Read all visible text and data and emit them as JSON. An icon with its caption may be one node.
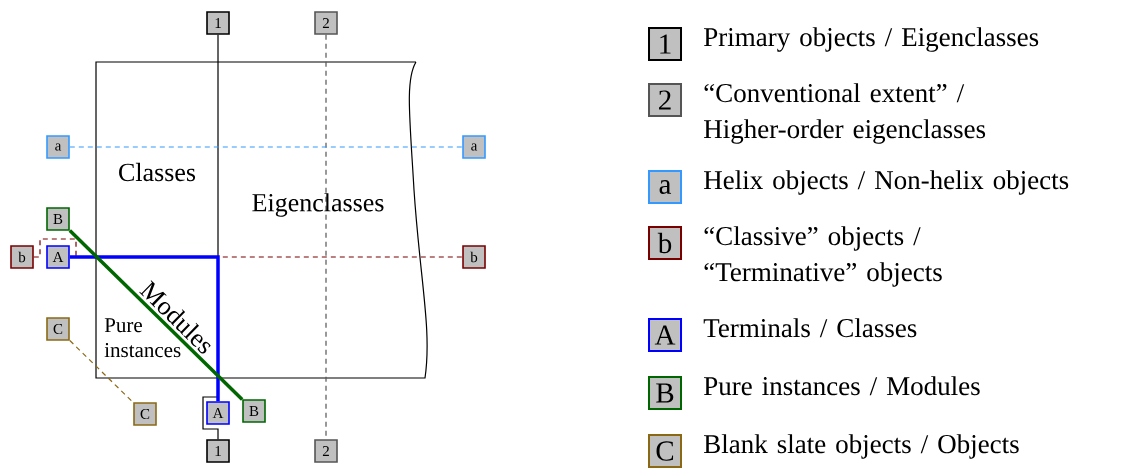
{
  "diagram": {
    "nodes": [
      {
        "text": [
          "1"
        ]
      },
      {
        "text": [
          "2"
        ]
      },
      {
        "text": [
          "a"
        ]
      },
      {
        "text": [
          "a"
        ]
      },
      {
        "text": [
          "B"
        ]
      },
      {
        "text": [
          "b"
        ]
      },
      {
        "text": [
          "A"
        ]
      },
      {
        "text": [
          "b"
        ]
      },
      {
        "text": [
          "C"
        ]
      },
      {
        "text": [
          "C"
        ]
      },
      {
        "text": [
          "A"
        ]
      },
      {
        "text": [
          "B"
        ]
      },
      {
        "text": [
          "1"
        ]
      },
      {
        "text": [
          "2"
        ]
      }
    ],
    "edges": [
      {
        "from": 0,
        "to": 12,
        "arrow": "none"
      },
      {
        "from": 1,
        "to": 13,
        "arrow": "none",
        "style": "dashed",
        "color": "#555555"
      },
      {
        "from": 2,
        "to": 3,
        "arrow": "none",
        "style": "dashed",
        "color": "#3399ff"
      },
      {
        "from": 5,
        "to": 7,
        "arrow": "none",
        "style": "dashed",
        "color": "#7a0000"
      },
      {
        "from": 6,
        "to": 10,
        "arrow": "none",
        "style": "thick",
        "color": "#0000ff"
      },
      {
        "from": 4,
        "to": 11,
        "arrow": "none",
        "style": "thick",
        "color": "#006600",
        "label": "Modules"
      },
      {
        "from": 8,
        "to": 9,
        "arrow": "none",
        "style": "dashed",
        "color": "#8b6914"
      }
    ],
    "labels": [
      "Classes",
      "Eigenclasses",
      "Pure instances",
      "1",
      "2",
      "a",
      "b",
      "A",
      "B",
      "C"
    ],
    "legend": [
      {
        "text": "Primary objects / Eigenclasses"
      },
      {
        "text": "“Conventional extent” / Higher-order eigenclasses"
      },
      {
        "text": "Helix objects / Non-helix objects"
      },
      {
        "text": "“Classive” objects / “Terminative” objects"
      },
      {
        "text": "Terminals / Classes"
      },
      {
        "text": "Pure instances / Modules"
      },
      {
        "text": "Blank slate objects / Objects"
      }
    ]
  }
}
